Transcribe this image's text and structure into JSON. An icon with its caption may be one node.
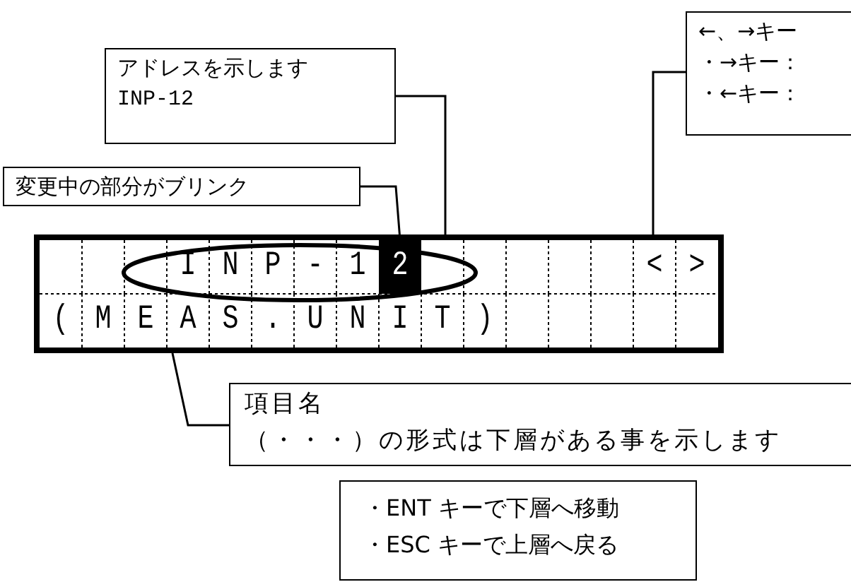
{
  "diagram": {
    "nodes": [
      {
        "text": [
          "アドレスを示します",
          "INP-12"
        ]
      },
      {
        "text": [
          "←、→キー",
          "・→キー：",
          "・←キー："
        ]
      },
      {
        "text": [
          "変更中の部分がブリンク"
        ]
      },
      {
        "text": [],
        "shape": "box"
      },
      {
        "text": [],
        "shape": "ellipse",
        "in": 3
      },
      {
        "text": [
          "2"
        ],
        "in": 3
      },
      {
        "text": [
          "項目名",
          "（・・・）の形式は下層がある事を示します"
        ]
      },
      {
        "text": [
          "・ENT キーで下層へ移動",
          "・ESC キーで上層へ戻る"
        ]
      }
    ],
    "edges": [
      {
        "from": 0,
        "to": 4,
        "arrow": "none"
      },
      {
        "from": 2,
        "to": 5,
        "arrow": "none"
      },
      {
        "from": 1,
        "to": 3,
        "arrow": "none"
      },
      {
        "from": 6,
        "to": 3,
        "arrow": "none"
      }
    ],
    "labels": [
      "I",
      "N",
      "P",
      "-",
      "1",
      "<",
      ">",
      "(",
      "M",
      "E",
      "A",
      "S",
      ".",
      "U",
      "N",
      "I",
      "T",
      ")"
    ]
  }
}
